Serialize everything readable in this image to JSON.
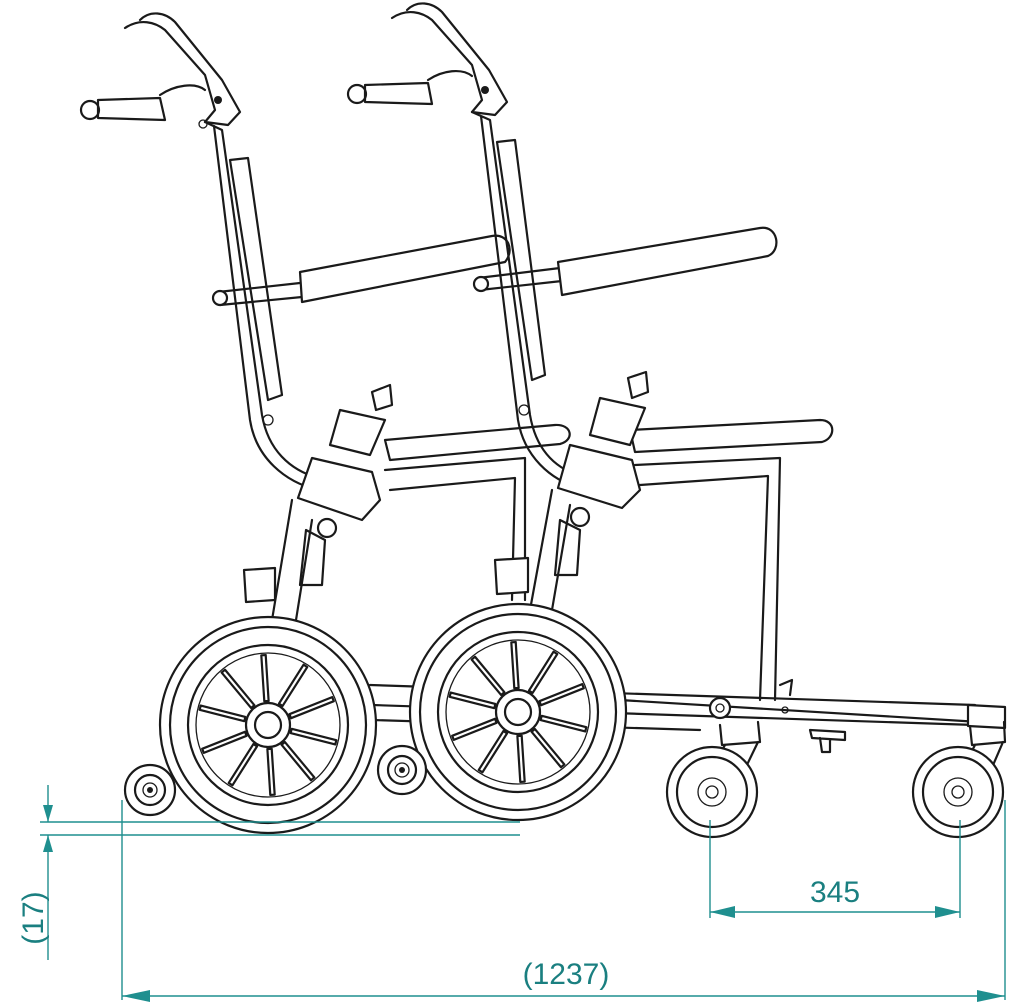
{
  "dimensions": {
    "ground_offset": {
      "label": "17",
      "parenthesized": true,
      "unit": ""
    },
    "caster_spacing": {
      "label": "345",
      "parenthesized": false,
      "unit": ""
    },
    "overall_length": {
      "label": "1237",
      "parenthesized": true,
      "unit": ""
    }
  },
  "colors": {
    "line": "#1a1a1a",
    "dimension": "#1f8f8f",
    "dimension_text": "#1a7f80",
    "background": "#ffffff"
  },
  "parts": {
    "chair_positions": 2,
    "main_wheel_spokes": 10
  }
}
